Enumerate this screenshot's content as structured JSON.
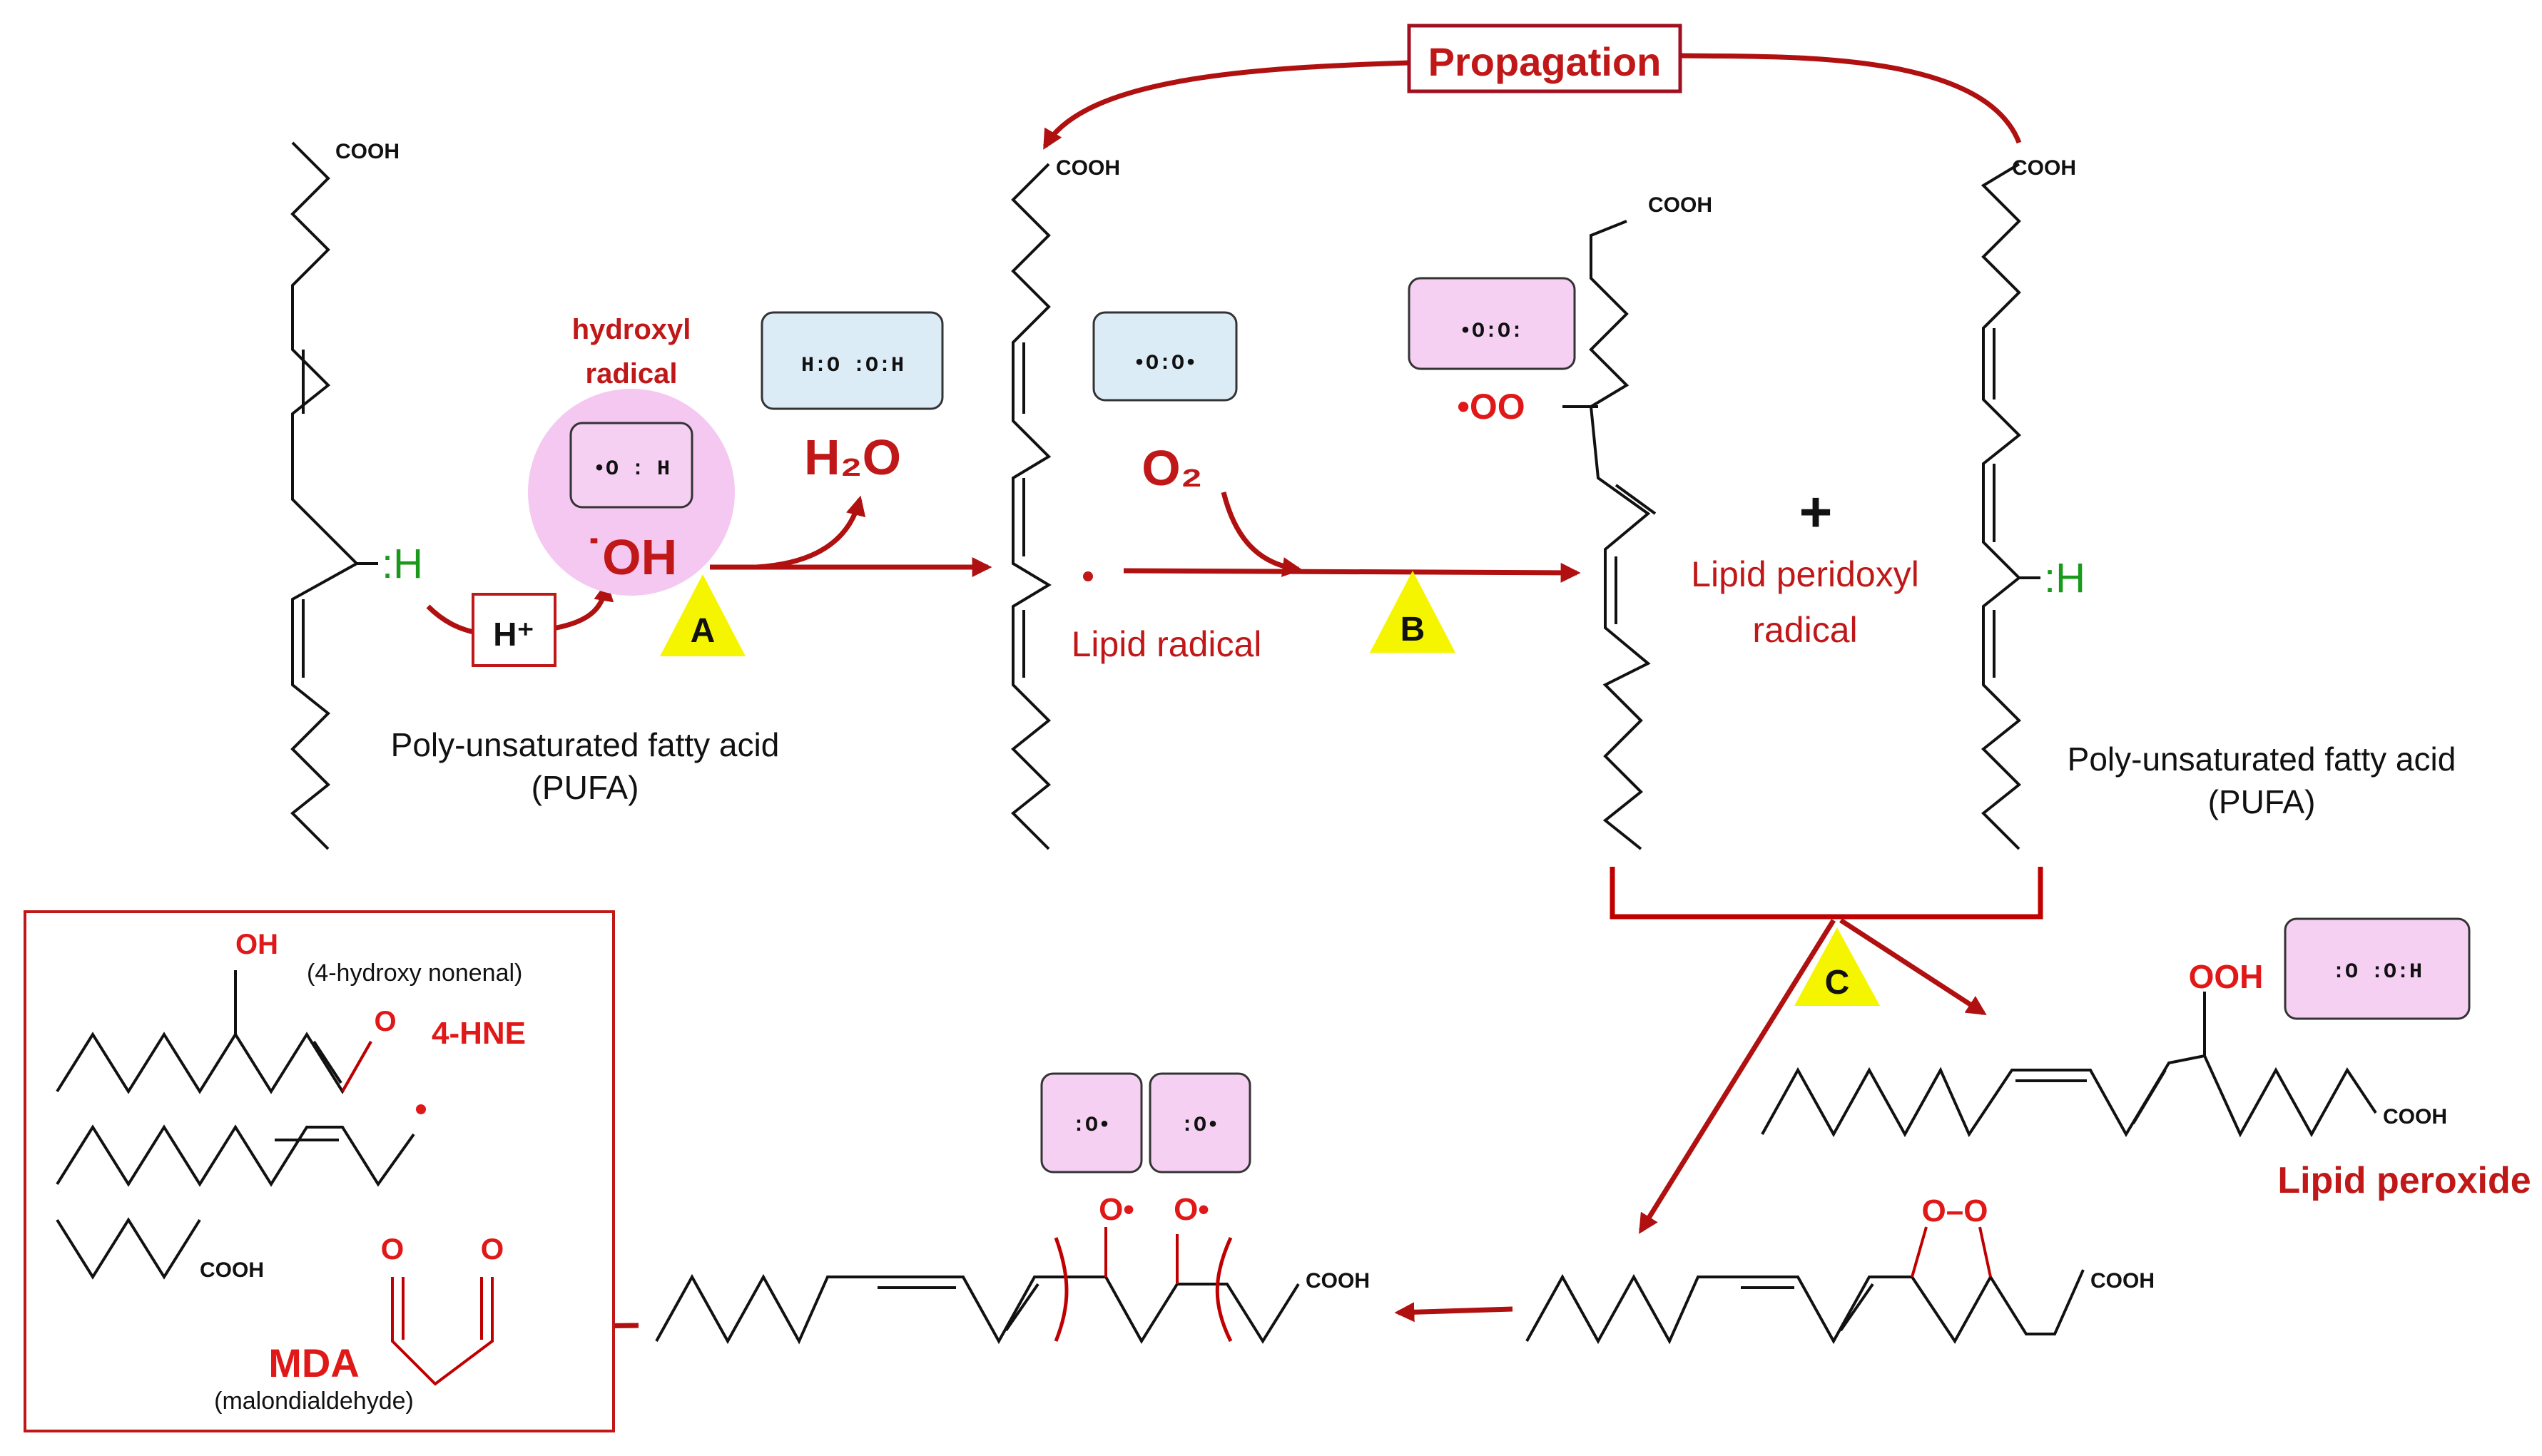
{
  "propagation": "Propagation",
  "labels": {
    "cooh": "COOH",
    "pufa_left": "Poly-unsaturated fatty acid",
    "pufa_left_abbr": "(PUFA)",
    "pufa_right": "Poly-unsaturated fatty acid",
    "pufa_right_abbr": "(PUFA)",
    "hydroxyl_radical_1": "hydroxyl",
    "hydroxyl_radical_2": "radical",
    "oh_radical": "˙OH",
    "h_plus": "H⁺",
    "h_left": ":H",
    "h_right": ":H",
    "water": "H₂O",
    "oxygen": "O₂",
    "lipid_radical": "Lipid radical",
    "plus": "+",
    "peridoxyl_1": "Lipid peridoxyl",
    "peridoxyl_2": "radical",
    "oo_radical": "•OO",
    "ooh": "OOH",
    "lipid_peroxide": "Lipid peroxide",
    "o_o": "O–O",
    "o_rad": "O•",
    "oh": "OH",
    "hne_full": "(4-hydroxy nonenal)",
    "hne": "4-HNE",
    "mda": "MDA",
    "mda_full": "(malondialdehyde)",
    "o": "O"
  },
  "steps": {
    "a": "A",
    "b": "B",
    "c": "C"
  },
  "lewis": {
    "hydroxyl": "•O : H",
    "water": "H:O :O:H",
    "oxygen": "•O:O•",
    "peroxyl": "•O:O:",
    "hydroperoxide": ":O :O:H",
    "alkoxy": ":O•"
  },
  "colors": {
    "accent": "#c01818",
    "arrow": "#b01010",
    "green": "#1a9a1a",
    "pink": "#f5d0f3",
    "blue": "#dcecf6",
    "yellow": "#f5f500"
  }
}
